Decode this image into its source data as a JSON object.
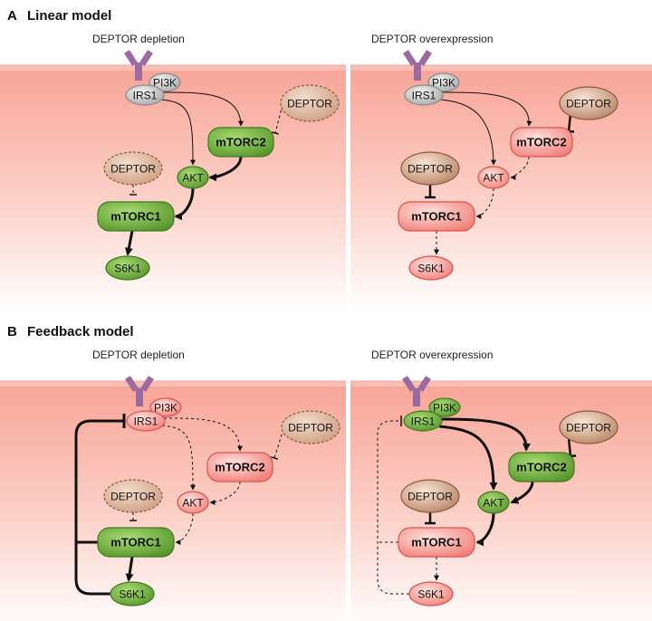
{
  "figure": {
    "sections": [
      {
        "letter": "A",
        "title": "Linear model"
      },
      {
        "letter": "B",
        "title": "Feedback model"
      }
    ],
    "panels": [
      {
        "title": "DEPTOR depletion",
        "nodes": {
          "pi3k": {
            "label": "PI3K",
            "state": "gray"
          },
          "irs1": {
            "label": "IRS1",
            "state": "gray"
          },
          "deptor_top": {
            "label": "DEPTOR",
            "state": "faded"
          },
          "mtorc2": {
            "label": "mTORC2",
            "state": "green"
          },
          "deptor_mid": {
            "label": "DEPTOR",
            "state": "faded"
          },
          "akt": {
            "label": "AKT",
            "state": "green"
          },
          "mtorc1": {
            "label": "mTORC1",
            "state": "green"
          },
          "s6k1": {
            "label": "S6K1",
            "state": "green"
          }
        }
      },
      {
        "title": "DEPTOR overexpression",
        "nodes": {
          "pi3k": {
            "label": "PI3K",
            "state": "gray"
          },
          "irs1": {
            "label": "IRS1",
            "state": "gray"
          },
          "deptor_top": {
            "label": "DEPTOR",
            "state": "brown"
          },
          "mtorc2": {
            "label": "mTORC2",
            "state": "red"
          },
          "deptor_mid": {
            "label": "DEPTOR",
            "state": "brown"
          },
          "akt": {
            "label": "AKT",
            "state": "red"
          },
          "mtorc1": {
            "label": "mTORC1",
            "state": "red"
          },
          "s6k1": {
            "label": "S6K1",
            "state": "red"
          }
        }
      },
      {
        "title": "DEPTOR depletion",
        "nodes": {
          "pi3k": {
            "label": "PI3K",
            "state": "red"
          },
          "irs1": {
            "label": "IRS1",
            "state": "red"
          },
          "deptor_top": {
            "label": "DEPTOR",
            "state": "faded"
          },
          "mtorc2": {
            "label": "mTORC2",
            "state": "red"
          },
          "deptor_mid": {
            "label": "DEPTOR",
            "state": "faded"
          },
          "akt": {
            "label": "AKT",
            "state": "red"
          },
          "mtorc1": {
            "label": "mTORC1",
            "state": "green"
          },
          "s6k1": {
            "label": "S6K1",
            "state": "green"
          }
        }
      },
      {
        "title": "DEPTOR overexpression",
        "nodes": {
          "pi3k": {
            "label": "PI3K",
            "state": "green"
          },
          "irs1": {
            "label": "IRS1",
            "state": "green"
          },
          "deptor_top": {
            "label": "DEPTOR",
            "state": "brown"
          },
          "mtorc2": {
            "label": "mTORC2",
            "state": "green"
          },
          "deptor_mid": {
            "label": "DEPTOR",
            "state": "brown"
          },
          "akt": {
            "label": "AKT",
            "state": "green"
          },
          "mtorc1": {
            "label": "mTORC1",
            "state": "red"
          },
          "s6k1": {
            "label": "S6K1",
            "state": "red"
          }
        }
      }
    ]
  },
  "colors": {
    "receptor": "#9b6aa0",
    "membrane": "#f6b7ab",
    "cell_top": "#f8a99b",
    "cell_bottom": "#ffffff",
    "green": "#6aa83a",
    "red": "#f37f78",
    "gray": "#bdbdbd",
    "brown": "#c9977a",
    "faded": "#d2a589",
    "arrow": "#111111"
  }
}
